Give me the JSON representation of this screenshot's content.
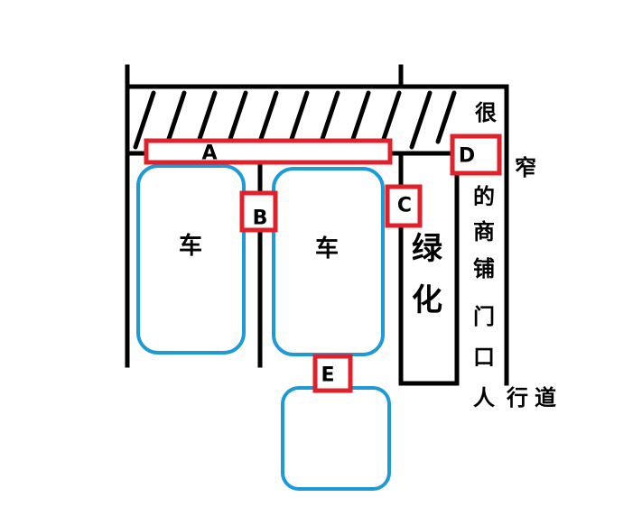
{
  "labels": {
    "a": "A",
    "b": "B",
    "c": "C",
    "d": "D",
    "e": "E",
    "car_left": "车",
    "car_mid": "车",
    "green_1": "绿",
    "green_2": "化",
    "side_text": [
      "很",
      "窄",
      "的",
      "商",
      "铺",
      "门",
      "口",
      "人",
      "行",
      "道"
    ]
  },
  "colors": {
    "lines": "#000000",
    "markers": "#e0202a",
    "cars": "#1e9ad6",
    "background": "#ffffff"
  }
}
